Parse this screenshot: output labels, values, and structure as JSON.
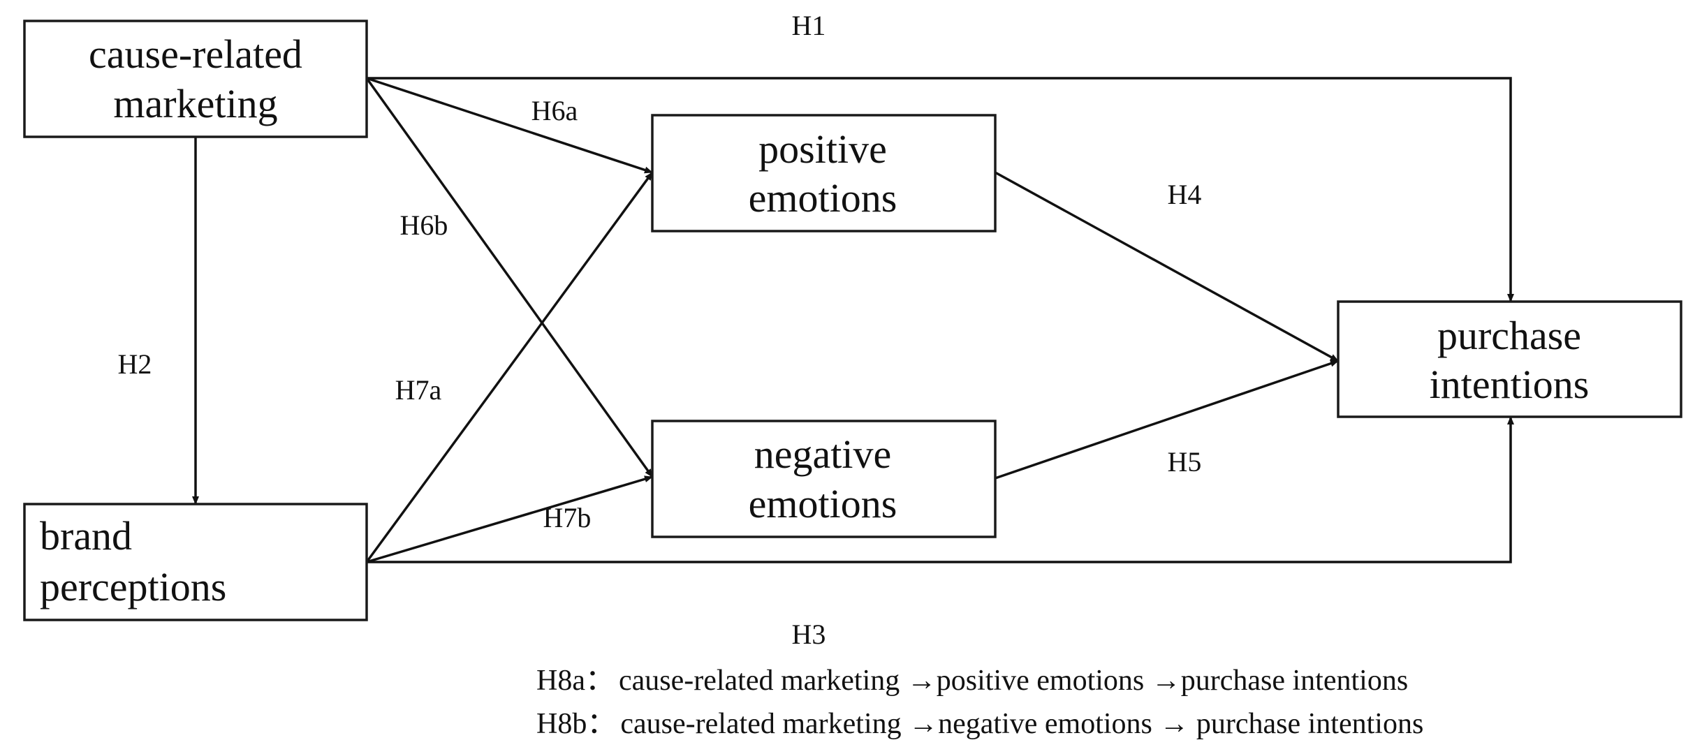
{
  "nodes": {
    "crm": {
      "line1": "cause-related",
      "line2": "marketing"
    },
    "bp": {
      "line1": "brand",
      "line2": "perceptions"
    },
    "pe": {
      "line1": "positive",
      "line2": "emotions"
    },
    "ne": {
      "line1": "negative",
      "line2": "emotions"
    },
    "pi": {
      "line1": "purchase",
      "line2": "intentions"
    }
  },
  "edges": {
    "H1": "H1",
    "H2": "H2",
    "H3": "H3",
    "H4": "H4",
    "H5": "H5",
    "H6a": "H6a",
    "H6b": "H6b",
    "H7a": "H7a",
    "H7b": "H7b"
  },
  "notes": {
    "h8a_label": "H8a：",
    "h8a_text": "cause-related marketing →positive emotions →purchase intentions",
    "h8b_label": "H8b：",
    "h8b_text": "cause-related marketing →negative emotions → purchase intentions"
  }
}
